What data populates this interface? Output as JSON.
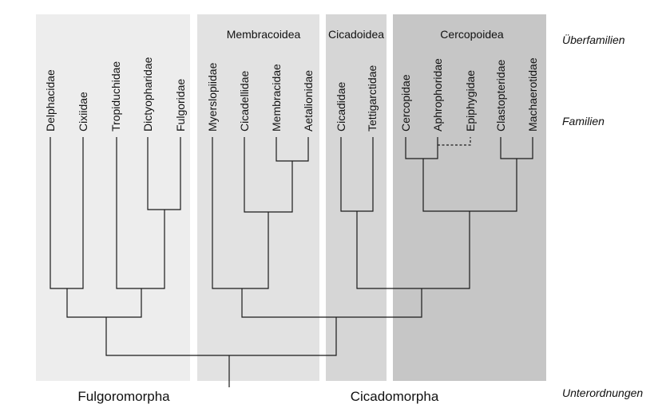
{
  "colors": {
    "fulgoromorpha_panel": "#ededed",
    "membracoidea_panel": "#e2e2e2",
    "cicadoidea_panel": "#d6d6d6",
    "cercopoidea_panel": "#c6c6c6",
    "line": "#1a1a1a"
  },
  "rank_labels": {
    "superfamilies": "Überfamilien",
    "families": "Familien",
    "suborders": "Unterordnungen"
  },
  "suborders": [
    "Fulgoromorpha",
    "Cicadomorpha"
  ],
  "superfamilies": [
    "Membracoidea",
    "Cicadoidea",
    "Cercopoidea"
  ],
  "families": [
    "Delphacidae",
    "Cixiidae",
    "Tropiduchidae",
    "Dictyopharidae",
    "Fulgoridae",
    "Myerslopiidae",
    "Cicadellidae",
    "Membracidae",
    "Aetalionidae",
    "Cicadidae",
    "Tettigarctidae",
    "Cercopidae",
    "Aphrophoridae",
    "Epiphygidae",
    "Clastopteridae",
    "Machaerotidae"
  ],
  "tree": {
    "uncertain_link": [
      "Aphrophoridae",
      "Epiphygidae"
    ]
  }
}
